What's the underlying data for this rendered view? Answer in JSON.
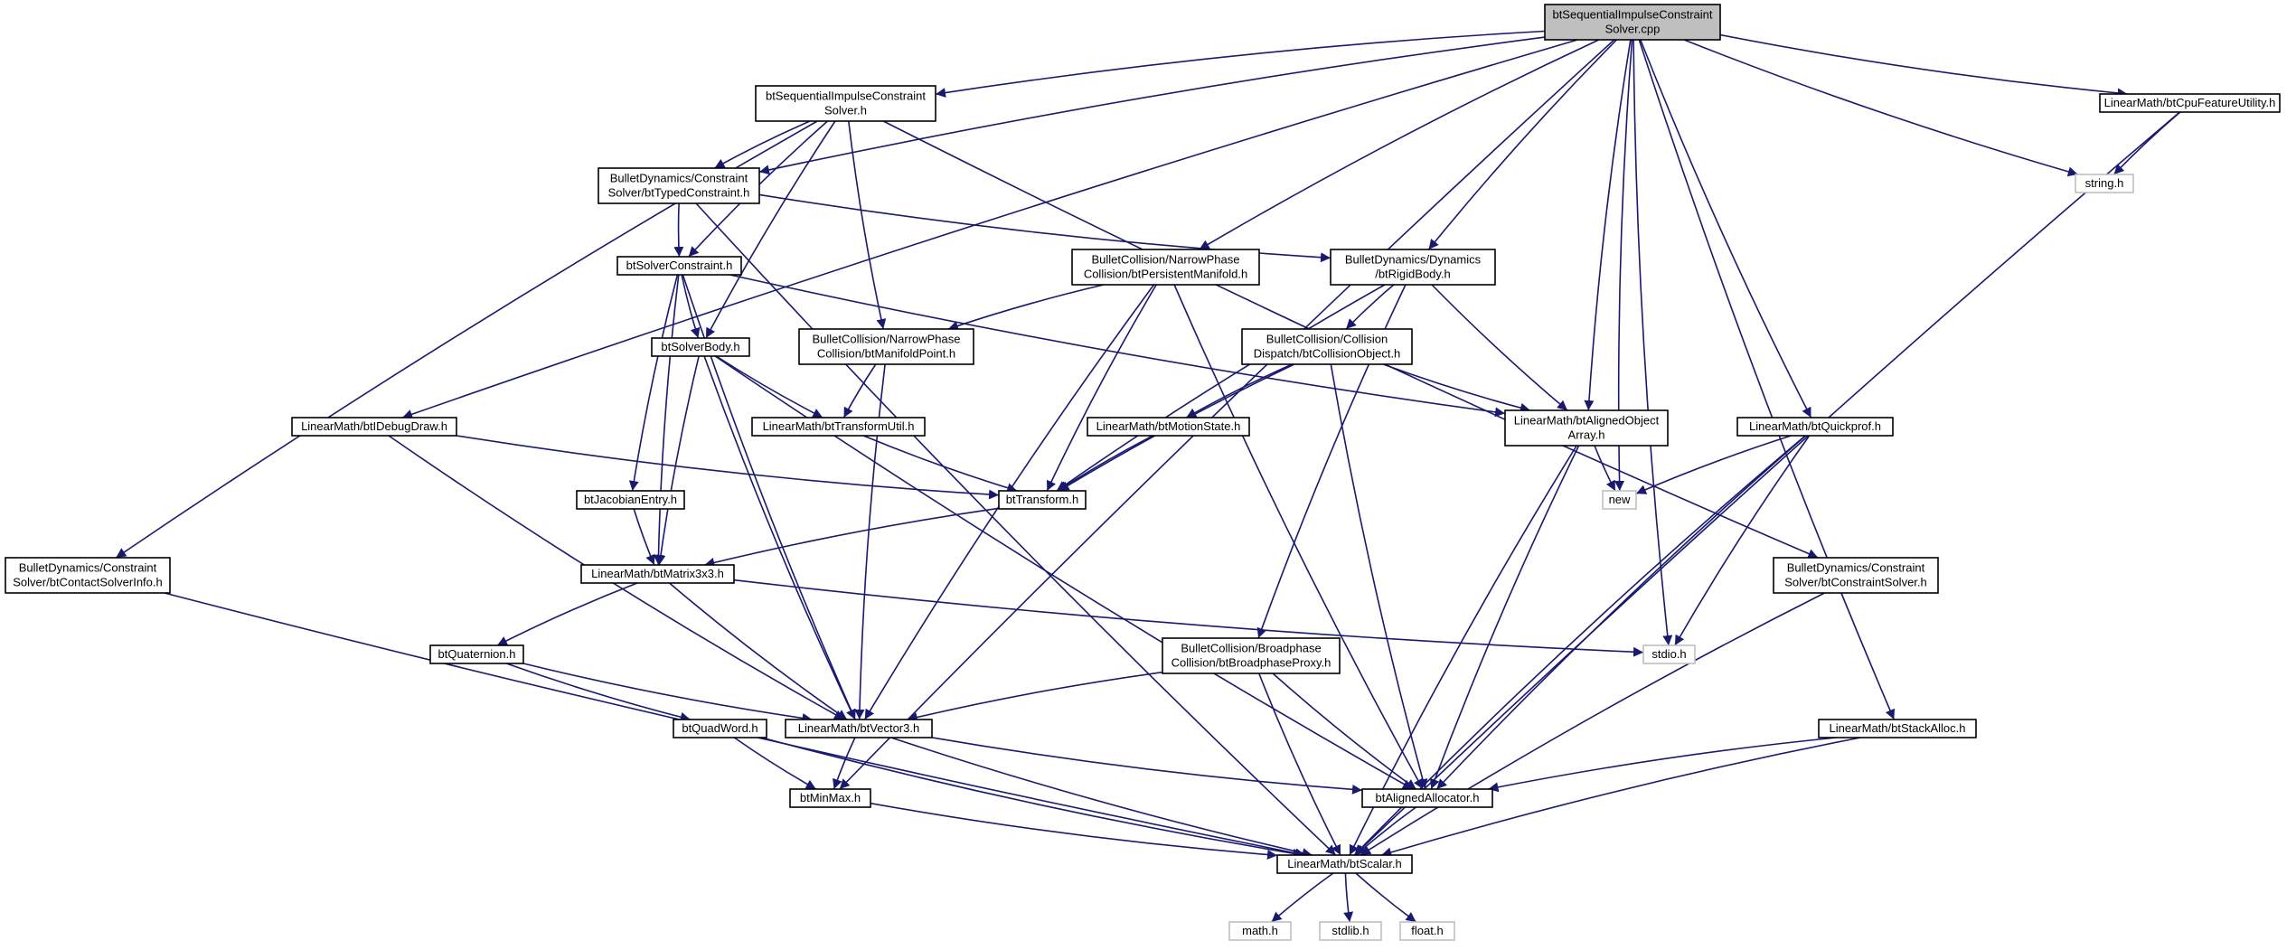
{
  "nodes": [
    {
      "id": "root",
      "lines": [
        "btSequentialImpulseConstraint",
        "Solver.cpp"
      ],
      "kind": "root"
    },
    {
      "id": "sicsolver_h",
      "lines": [
        "btSequentialImpulseConstraint",
        "Solver.h"
      ],
      "kind": "file"
    },
    {
      "id": "cpufeature",
      "lines": [
        "LinearMath/btCpuFeatureUtility.h"
      ],
      "kind": "file"
    },
    {
      "id": "string_h",
      "lines": [
        "string.h"
      ],
      "kind": "system"
    },
    {
      "id": "typedconstraint",
      "lines": [
        "BulletDynamics/Constraint",
        "Solver/btTypedConstraint.h"
      ],
      "kind": "file"
    },
    {
      "id": "solverconstraint",
      "lines": [
        "btSolverConstraint.h"
      ],
      "kind": "file"
    },
    {
      "id": "persistentmanifold",
      "lines": [
        "BulletCollision/NarrowPhase",
        "Collision/btPersistentManifold.h"
      ],
      "kind": "file"
    },
    {
      "id": "rigidbody",
      "lines": [
        "BulletDynamics/Dynamics",
        "/btRigidBody.h"
      ],
      "kind": "file"
    },
    {
      "id": "solverbody",
      "lines": [
        "btSolverBody.h"
      ],
      "kind": "file"
    },
    {
      "id": "manifoldpoint",
      "lines": [
        "BulletCollision/NarrowPhase",
        "Collision/btManifoldPoint.h"
      ],
      "kind": "file"
    },
    {
      "id": "collisionobject",
      "lines": [
        "BulletCollision/Collision",
        "Dispatch/btCollisionObject.h"
      ],
      "kind": "file"
    },
    {
      "id": "debugdraw",
      "lines": [
        "LinearMath/btIDebugDraw.h"
      ],
      "kind": "file"
    },
    {
      "id": "transformutil",
      "lines": [
        "LinearMath/btTransformUtil.h"
      ],
      "kind": "file"
    },
    {
      "id": "motionstate",
      "lines": [
        "LinearMath/btMotionState.h"
      ],
      "kind": "file"
    },
    {
      "id": "alignedobjectarray",
      "lines": [
        "LinearMath/btAlignedObject",
        "Array.h"
      ],
      "kind": "file"
    },
    {
      "id": "quickprof",
      "lines": [
        "LinearMath/btQuickprof.h"
      ],
      "kind": "file"
    },
    {
      "id": "jacobianentry",
      "lines": [
        "btJacobianEntry.h"
      ],
      "kind": "file"
    },
    {
      "id": "transform",
      "lines": [
        "btTransform.h"
      ],
      "kind": "file"
    },
    {
      "id": "new",
      "lines": [
        "new"
      ],
      "kind": "system"
    },
    {
      "id": "contactsolverinfo",
      "lines": [
        "BulletDynamics/Constraint",
        "Solver/btContactSolverInfo.h"
      ],
      "kind": "file"
    },
    {
      "id": "matrix3x3",
      "lines": [
        "LinearMath/btMatrix3x3.h"
      ],
      "kind": "file"
    },
    {
      "id": "constraintsolver",
      "lines": [
        "BulletDynamics/Constraint",
        "Solver/btConstraintSolver.h"
      ],
      "kind": "file"
    },
    {
      "id": "quaternion",
      "lines": [
        "btQuaternion.h"
      ],
      "kind": "file"
    },
    {
      "id": "broadphaseproxy",
      "lines": [
        "BulletCollision/Broadphase",
        "Collision/btBroadphaseProxy.h"
      ],
      "kind": "file"
    },
    {
      "id": "stdio_h",
      "lines": [
        "stdio.h"
      ],
      "kind": "system"
    },
    {
      "id": "quadword",
      "lines": [
        "btQuadWord.h"
      ],
      "kind": "file"
    },
    {
      "id": "vector3",
      "lines": [
        "LinearMath/btVector3.h"
      ],
      "kind": "file"
    },
    {
      "id": "stackalloc",
      "lines": [
        "LinearMath/btStackAlloc.h"
      ],
      "kind": "file"
    },
    {
      "id": "minmax",
      "lines": [
        "btMinMax.h"
      ],
      "kind": "file"
    },
    {
      "id": "alignedallocator",
      "lines": [
        "btAlignedAllocator.h"
      ],
      "kind": "file"
    },
    {
      "id": "scalar",
      "lines": [
        "LinearMath/btScalar.h"
      ],
      "kind": "file"
    },
    {
      "id": "math_h",
      "lines": [
        "math.h"
      ],
      "kind": "system"
    },
    {
      "id": "stdlib_h",
      "lines": [
        "stdlib.h"
      ],
      "kind": "system"
    },
    {
      "id": "float_h",
      "lines": [
        "float.h"
      ],
      "kind": "system"
    }
  ],
  "edges": [
    [
      "root",
      "sicsolver_h"
    ],
    [
      "root",
      "typedconstraint"
    ],
    [
      "root",
      "persistentmanifold"
    ],
    [
      "root",
      "rigidbody"
    ],
    [
      "root",
      "debugdraw"
    ],
    [
      "root",
      "alignedobjectarray"
    ],
    [
      "root",
      "new"
    ],
    [
      "root",
      "quickprof"
    ],
    [
      "root",
      "stackalloc"
    ],
    [
      "root",
      "stdio_h"
    ],
    [
      "root",
      "string_h"
    ],
    [
      "root",
      "cpufeature"
    ],
    [
      "root",
      "minmax"
    ],
    [
      "sicsolver_h",
      "typedconstraint"
    ],
    [
      "sicsolver_h",
      "solverconstraint"
    ],
    [
      "sicsolver_h",
      "solverbody"
    ],
    [
      "sicsolver_h",
      "manifoldpoint"
    ],
    [
      "sicsolver_h",
      "contactsolverinfo"
    ],
    [
      "sicsolver_h",
      "constraintsolver"
    ],
    [
      "cpufeature",
      "string_h"
    ],
    [
      "cpufeature",
      "scalar"
    ],
    [
      "typedconstraint",
      "solverconstraint"
    ],
    [
      "typedconstraint",
      "rigidbody"
    ],
    [
      "typedconstraint",
      "scalar"
    ],
    [
      "solverconstraint",
      "solverbody"
    ],
    [
      "solverconstraint",
      "jacobianentry"
    ],
    [
      "solverconstraint",
      "matrix3x3"
    ],
    [
      "solverconstraint",
      "vector3"
    ],
    [
      "solverconstraint",
      "alignedobjectarray"
    ],
    [
      "persistentmanifold",
      "manifoldpoint"
    ],
    [
      "persistentmanifold",
      "transform"
    ],
    [
      "persistentmanifold",
      "vector3"
    ],
    [
      "persistentmanifold",
      "alignedallocator"
    ],
    [
      "rigidbody",
      "collisionobject"
    ],
    [
      "rigidbody",
      "alignedobjectarray"
    ],
    [
      "rigidbody",
      "transform"
    ],
    [
      "rigidbody",
      "broadphaseproxy"
    ],
    [
      "solverbody",
      "transformutil"
    ],
    [
      "solverbody",
      "matrix3x3"
    ],
    [
      "solverbody",
      "vector3"
    ],
    [
      "solverbody",
      "alignedallocator"
    ],
    [
      "manifoldpoint",
      "transformutil"
    ],
    [
      "manifoldpoint",
      "vector3"
    ],
    [
      "collisionobject",
      "motionstate"
    ],
    [
      "collisionobject",
      "transform"
    ],
    [
      "collisionobject",
      "alignedobjectarray"
    ],
    [
      "collisionobject",
      "alignedallocator"
    ],
    [
      "debugdraw",
      "transform"
    ],
    [
      "debugdraw",
      "vector3"
    ],
    [
      "transformutil",
      "transform"
    ],
    [
      "motionstate",
      "transform"
    ],
    [
      "alignedobjectarray",
      "new"
    ],
    [
      "alignedobjectarray",
      "alignedallocator"
    ],
    [
      "alignedobjectarray",
      "scalar"
    ],
    [
      "quickprof",
      "new"
    ],
    [
      "quickprof",
      "stdio_h"
    ],
    [
      "quickprof",
      "alignedallocator"
    ],
    [
      "quickprof",
      "scalar"
    ],
    [
      "jacobianentry",
      "matrix3x3"
    ],
    [
      "transform",
      "matrix3x3"
    ],
    [
      "contactsolverinfo",
      "scalar"
    ],
    [
      "matrix3x3",
      "quaternion"
    ],
    [
      "matrix3x3",
      "vector3"
    ],
    [
      "matrix3x3",
      "stdio_h"
    ],
    [
      "constraintsolver",
      "scalar"
    ],
    [
      "quaternion",
      "quadword"
    ],
    [
      "quaternion",
      "vector3"
    ],
    [
      "broadphaseproxy",
      "vector3"
    ],
    [
      "broadphaseproxy",
      "alignedallocator"
    ],
    [
      "broadphaseproxy",
      "scalar"
    ],
    [
      "quadword",
      "minmax"
    ],
    [
      "quadword",
      "scalar"
    ],
    [
      "vector3",
      "minmax"
    ],
    [
      "vector3",
      "alignedallocator"
    ],
    [
      "vector3",
      "scalar"
    ],
    [
      "stackalloc",
      "alignedallocator"
    ],
    [
      "stackalloc",
      "scalar"
    ],
    [
      "minmax",
      "scalar"
    ],
    [
      "alignedallocator",
      "scalar"
    ],
    [
      "scalar",
      "math_h"
    ],
    [
      "scalar",
      "stdlib_h"
    ],
    [
      "scalar",
      "float_h"
    ]
  ]
}
